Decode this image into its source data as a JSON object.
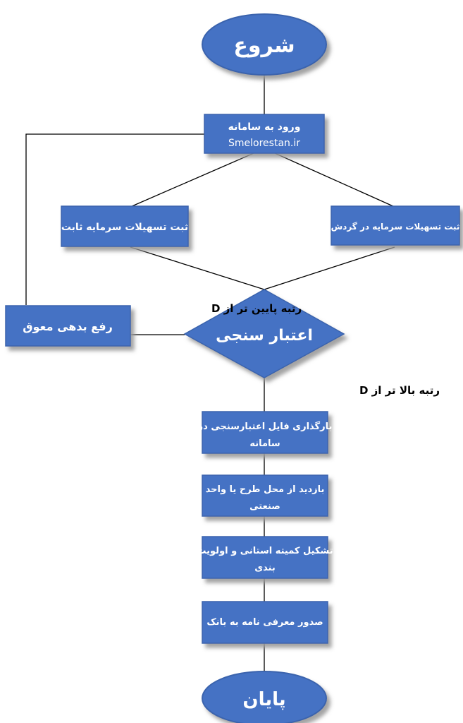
{
  "colors": {
    "box_fill": "#4472c4",
    "box_border": "#3a64ad",
    "shadow": "#a8a8a8",
    "line": "#000000",
    "text": "#ffffff"
  },
  "nodes": {
    "start": {
      "label": "شروع"
    },
    "login": {
      "title": "ورود به سامانه",
      "url": "Smelorestan.ir"
    },
    "fixed_capital": {
      "label": "ثبت تسهیلات سرمایه ثابت"
    },
    "working_capital": {
      "label": "ثبت تسهیلات سرمایه در گردش"
    },
    "credit_assessment": {
      "label": "اعتبار سنجی"
    },
    "clear_overdue": {
      "label": "رفع بدهی معوق"
    },
    "upload_file": {
      "line1": "بارگذاری فایل اعتبارسنجی در",
      "line2": "سامانه"
    },
    "site_visit": {
      "line1": "بازدید از محل طرح یا واحد",
      "line2": "صنعتی"
    },
    "committee": {
      "line1": "تشکیل کمیته استانی  و اولویت",
      "line2": "بندی"
    },
    "bank_letter": {
      "label": "صدور معرفی نامه به بانک"
    },
    "end": {
      "label": "پایان"
    }
  },
  "edge_labels": {
    "below_d": "رتبه پایین تر از D",
    "above_d": "رتبه بالا تر از D"
  }
}
